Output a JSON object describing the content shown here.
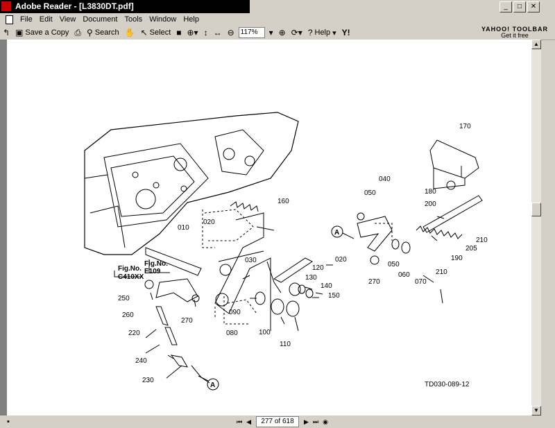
{
  "window": {
    "title": "Adobe Reader - [L3830DT.pdf]",
    "minimize": "_",
    "maximize": "□",
    "close": "✕"
  },
  "menu": {
    "file": "File",
    "edit": "Edit",
    "view": "View",
    "document": "Document",
    "tools": "Tools",
    "window": "Window",
    "help": "Help"
  },
  "toolbar": {
    "save_copy": "Save a Copy",
    "search": "Search",
    "select": "Select",
    "zoom": "117%",
    "help": "Help",
    "yahoo_brand": "YAHOO! TOOLBAR",
    "yahoo_sub": "Get it free"
  },
  "status": {
    "page_display": "277 of 618"
  },
  "diagram": {
    "callouts": [
      "170",
      "180",
      "200",
      "050",
      "040",
      "160",
      "010",
      "020",
      "030",
      "120",
      "020",
      "270",
      "050",
      "060",
      "070",
      "210",
      "205",
      "190",
      "210",
      "130",
      "140",
      "150",
      "090",
      "100",
      "080",
      "110",
      "250",
      "260",
      "270",
      "220",
      "240",
      "230"
    ],
    "figure_ref_1": "Fig.No.",
    "figure_ref_1b": "C410XX",
    "figure_ref_2": "Fig.No.",
    "figure_ref_2b": "E109",
    "marker_a": "A",
    "marker_a2": "A",
    "drawing_code": "TD030-089-12"
  }
}
